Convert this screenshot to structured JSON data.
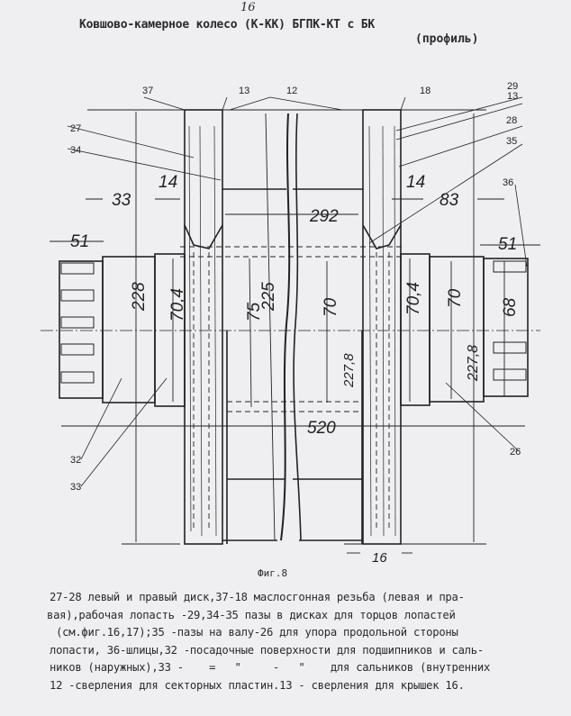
{
  "page_number": "16",
  "title": "Ковшово-камерное колесо (К-КК) БГПК-КТ с БК",
  "subtitle": "(профиль)",
  "figure": {
    "caption": "Фиг.8",
    "part_labels": [
      "37",
      "13",
      "12",
      "18",
      "29",
      "13",
      "27",
      "34",
      "28",
      "35",
      "36",
      "32",
      "33",
      "26"
    ],
    "dimensions": {
      "d14_left": "14",
      "d14_right": "14",
      "d33": "33",
      "d83": "83",
      "d51_left": "51",
      "d51_right": "51",
      "d292": "292",
      "d520": "520",
      "d228": "228",
      "d70_4_left": "70,4",
      "d75": "75",
      "d225": "225",
      "d70_center": "70",
      "d227_8_center": "227,8",
      "d70_4_right": "70,4",
      "d70_right": "70",
      "d227_8_right": "227,8",
      "d68": "68",
      "d16": "16"
    }
  },
  "legend_lines": [
    "27-28 левый и правый диск,37-18 маслосгонная резьба (левая и пра-",
    "вая),рабочая лопасть -29,34-35 пазы в дисках для торцов лопастей",
    " (см.фиг.16,17);35 -пазы на валу-26 для упора продольной стороны",
    "лопасти, 36-шлицы,32 -посадочные поверхности для подшипников и саль-",
    "ников (наружных),33 -    =   \"     -   \"    для сальников (внутренних",
    "12 -сверления для секторных пластин.13 - сверления для крышек 16."
  ]
}
